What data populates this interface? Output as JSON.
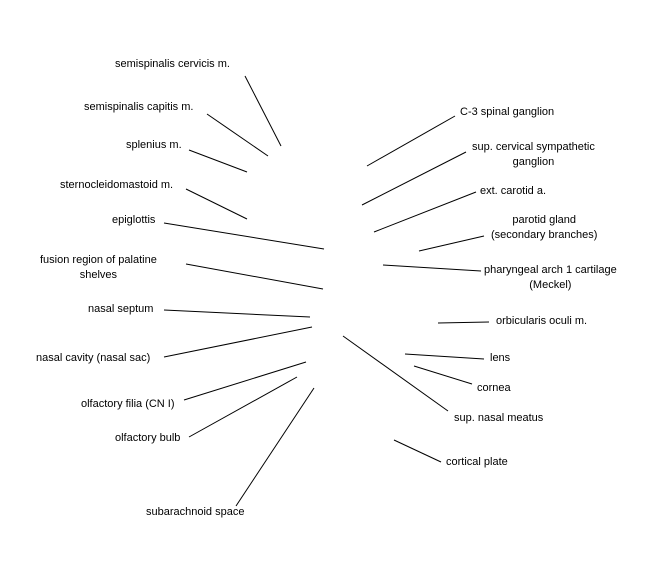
{
  "diagram": {
    "labels_left": {
      "semispinalis_cervicis": "semispinalis cervicis m.",
      "semispinalis_capitis": "semispinalis capitis m.",
      "splenius": "splenius m.",
      "sternocleidomastoid": "sternocleidomastoid m.",
      "epiglottis": "epiglottis",
      "fusion_palatine": "fusion region of palatine\nshelves",
      "nasal_septum": "nasal septum",
      "nasal_cavity": "nasal cavity (nasal sac)",
      "olfactory_filia": "olfactory filia (CN I)",
      "olfactory_bulb": "olfactory bulb",
      "subarachnoid_space": "subarachnoid space"
    },
    "labels_right": {
      "c3_spinal_ganglion": "C-3 spinal ganglion",
      "sup_cervical_sympathetic": "sup. cervical sympathetic\nganglion",
      "ext_carotid": "ext. carotid a.",
      "parotid_gland": "parotid gland\n(secondary branches)",
      "pharyngeal_arch": "pharyngeal arch 1 cartilage\n(Meckel)",
      "orbicularis_oculi": "orbicularis oculi m.",
      "lens": "lens",
      "cornea": "cornea",
      "sup_nasal_meatus": "sup. nasal meatus",
      "cortical_plate": "cortical plate"
    }
  }
}
